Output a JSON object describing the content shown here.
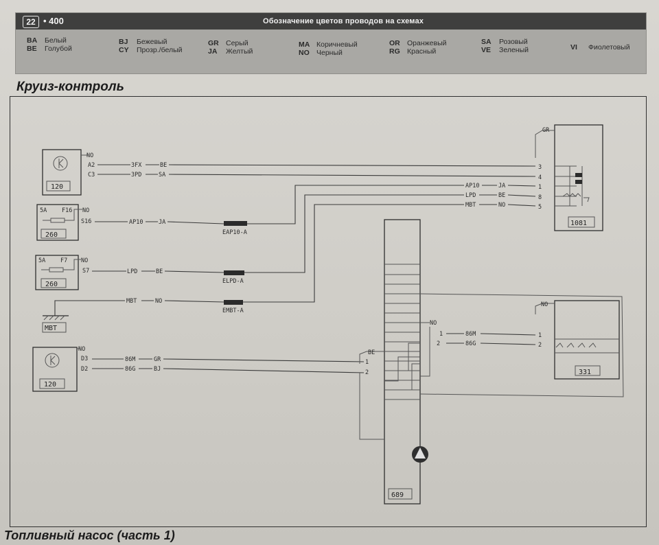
{
  "header": {
    "badge": "22",
    "page_number": "• 400",
    "title": "Обозначение цветов проводов на схемах"
  },
  "legend": [
    {
      "code": "BA",
      "name": "Белый"
    },
    {
      "code": "BE",
      "name": "Голубой"
    },
    {
      "code": "BJ",
      "name": "Бежевый"
    },
    {
      "code": "CY",
      "name": "Прозр./белый"
    },
    {
      "code": "GR",
      "name": "Серый"
    },
    {
      "code": "JA",
      "name": "Желтый"
    },
    {
      "code": "MA",
      "name": "Коричневый"
    },
    {
      "code": "NO",
      "name": "Черный"
    },
    {
      "code": "OR",
      "name": "Оранжевый"
    },
    {
      "code": "RG",
      "name": "Красный"
    },
    {
      "code": "SA",
      "name": "Розовый"
    },
    {
      "code": "VE",
      "name": "Зеленый"
    },
    {
      "code": "VI",
      "name": "Фиолетовый"
    }
  ],
  "section_title": "Круиз-контроль",
  "bottom_title": "Топливный насос (часть 1)",
  "components": {
    "c120a": "120",
    "c260a": "260",
    "c260b": "260",
    "mbt": "MBT",
    "c120b": "120",
    "c689": "689",
    "c1081": "1081",
    "c331": "331"
  },
  "fuses": {
    "f16_rating": "5A",
    "f16_name": "F16",
    "f7_rating": "5A",
    "f7_name": "F7"
  },
  "pins": {
    "a2": "A2",
    "c3": "C3",
    "s16": "S16",
    "s7": "S7",
    "d3": "D3",
    "d2": "D2",
    "p1081_3": "3",
    "p1081_4": "4",
    "p1081_1": "1",
    "p1081_8": "8",
    "p1081_5": "5",
    "p689_in1": "1",
    "p689_in2": "2",
    "p689_out1": "1",
    "p689_out2": "2",
    "p331_1": "1",
    "p331_2": "2"
  },
  "wire_colors": {
    "no_120a": "NO",
    "no_260a": "NO",
    "no_260b": "NO",
    "no_120b": "NO",
    "gr_1081": "GR",
    "be_689": "BE",
    "no_689": "NO",
    "no_331": "NO"
  },
  "wires": {
    "w3fx": "3FX",
    "w3fx_c": "BE",
    "w3pd": "3PD",
    "w3pd_c": "SA",
    "wap10": "AP10",
    "wap10_c": "JA",
    "wap10r": "AP10",
    "wap10r_c": "JA",
    "wlpd": "LPD",
    "wlpd_c": "BE",
    "wlpdr": "LPD",
    "wlpdr_c": "BE",
    "wmbt": "MBT",
    "wmbt_c": "NO",
    "wmbtr": "MBT",
    "wmbtr_c": "NO",
    "w86m": "86M",
    "w86m_c": "GR",
    "w86g": "86G",
    "w86g_c": "BJ",
    "w86mr": "86M",
    "w86gr": "86G"
  },
  "connectors": {
    "eap10": "EAP10-A",
    "elpd": "ELPD-A",
    "embt": "EMBT-A"
  }
}
